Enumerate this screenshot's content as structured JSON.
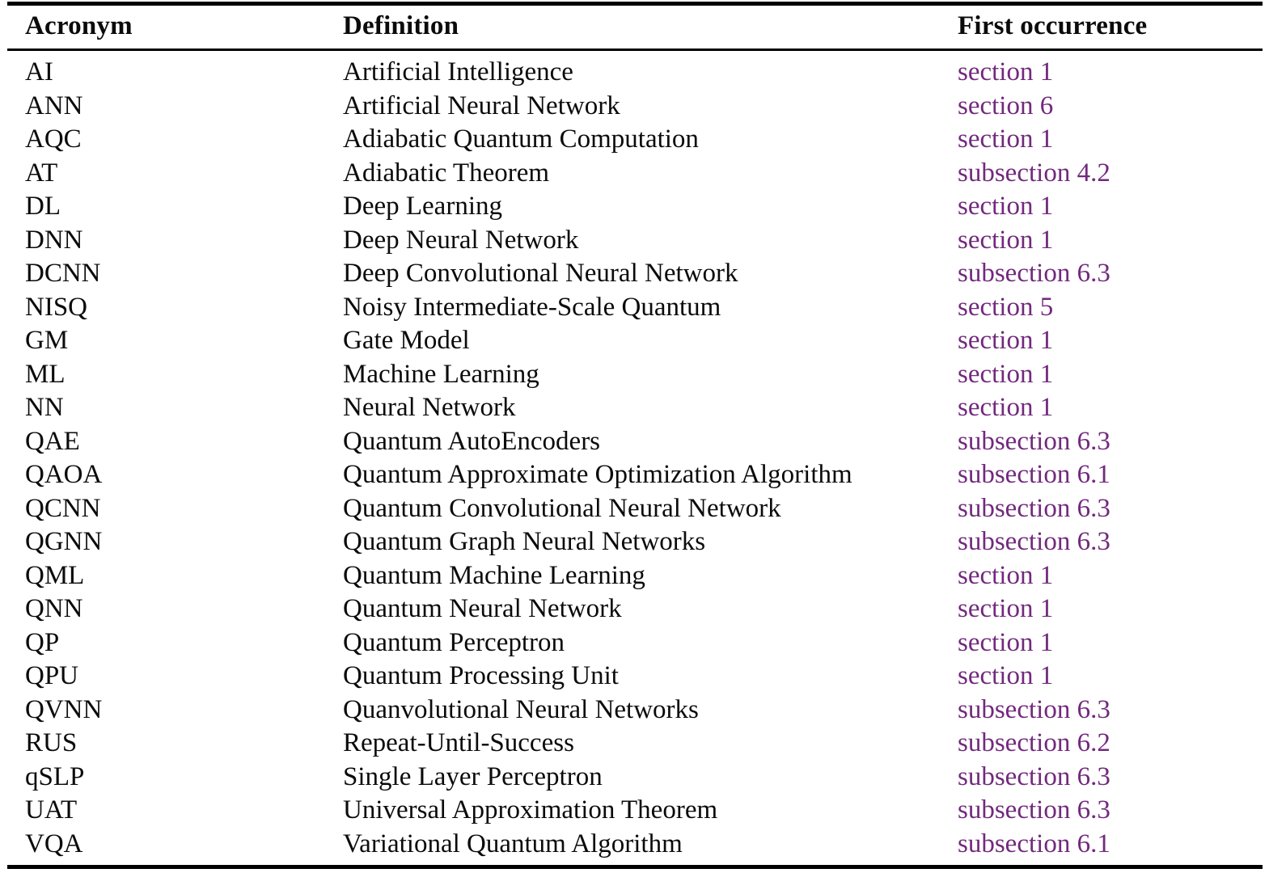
{
  "table": {
    "headers": [
      "Acronym",
      "Definition",
      "First occurrence"
    ],
    "link_color": "#72297D",
    "text_color": "#0B0B0B",
    "rule_color": "#000000",
    "rows": [
      {
        "acronym": "AI",
        "definition": "Artificial Intelligence",
        "occurrence": "section 1"
      },
      {
        "acronym": "ANN",
        "definition": "Artificial Neural Network",
        "occurrence": "section 6"
      },
      {
        "acronym": "AQC",
        "definition": "Adiabatic Quantum Computation",
        "occurrence": "section 1"
      },
      {
        "acronym": "AT",
        "definition": "Adiabatic Theorem",
        "occurrence": "subsection 4.2"
      },
      {
        "acronym": "DL",
        "definition": "Deep Learning",
        "occurrence": "section 1"
      },
      {
        "acronym": "DNN",
        "definition": "Deep Neural Network",
        "occurrence": "section 1"
      },
      {
        "acronym": "DCNN",
        "definition": "Deep Convolutional Neural Network",
        "occurrence": "subsection 6.3"
      },
      {
        "acronym": "NISQ",
        "definition": "Noisy Intermediate-Scale Quantum",
        "occurrence": "section 5"
      },
      {
        "acronym": "GM",
        "definition": "Gate Model",
        "occurrence": "section 1"
      },
      {
        "acronym": "ML",
        "definition": "Machine Learning",
        "occurrence": "section 1"
      },
      {
        "acronym": "NN",
        "definition": "Neural Network",
        "occurrence": "section 1"
      },
      {
        "acronym": "QAE",
        "definition": "Quantum AutoEncoders",
        "occurrence": "subsection 6.3"
      },
      {
        "acronym": "QAOA",
        "definition": "Quantum Approximate Optimization Algorithm",
        "occurrence": "subsection 6.1"
      },
      {
        "acronym": "QCNN",
        "definition": "Quantum Convolutional Neural Network",
        "occurrence": "subsection 6.3"
      },
      {
        "acronym": "QGNN",
        "definition": "Quantum Graph Neural Networks",
        "occurrence": "subsection 6.3"
      },
      {
        "acronym": "QML",
        "definition": "Quantum Machine Learning",
        "occurrence": "section 1"
      },
      {
        "acronym": "QNN",
        "definition": "Quantum Neural Network",
        "occurrence": "section 1"
      },
      {
        "acronym": "QP",
        "definition": "Quantum Perceptron",
        "occurrence": "section 1"
      },
      {
        "acronym": "QPU",
        "definition": "Quantum Processing Unit",
        "occurrence": "section 1"
      },
      {
        "acronym": "QVNN",
        "definition": "Quanvolutional Neural Networks",
        "occurrence": "subsection 6.3"
      },
      {
        "acronym": "RUS",
        "definition": "Repeat-Until-Success",
        "occurrence": "subsection 6.2"
      },
      {
        "acronym": "qSLP",
        "definition": "Single Layer Perceptron",
        "occurrence": "subsection 6.3"
      },
      {
        "acronym": "UAT",
        "definition": "Universal Approximation Theorem",
        "occurrence": "subsection 6.3"
      },
      {
        "acronym": "VQA",
        "definition": "Variational Quantum Algorithm",
        "occurrence": "subsection 6.1"
      }
    ]
  }
}
